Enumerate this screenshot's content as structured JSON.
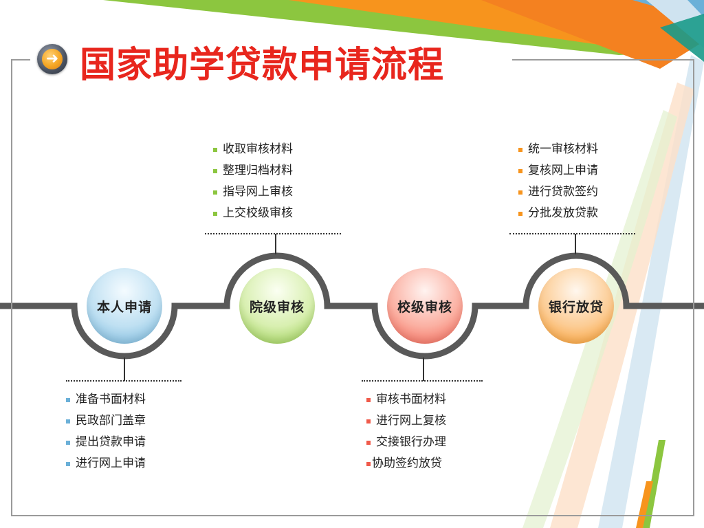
{
  "title": "国家助学贷款申请流程",
  "icons": {
    "title": "arrow-right-icon"
  },
  "colors": {
    "blue": "#6bb0d8",
    "green": "#8cc63f",
    "red": "#f05a4a",
    "orange": "#f7941d",
    "line": "#595959"
  },
  "steps": [
    {
      "label": "本人申请",
      "tasks": [
        "准备书面材料",
        "民政部门盖章",
        "提出贷款申请",
        "进行网上申请"
      ]
    },
    {
      "label": "院级审核",
      "tasks": [
        "收取审核材料",
        "整理归档材料",
        "指导网上审核",
        "上交校级审核"
      ]
    },
    {
      "label": "校级审核",
      "tasks": [
        "审核书面材料",
        "进行网上复核",
        "交接银行办理",
        "协助签约放贷"
      ]
    },
    {
      "label": "银行放贷",
      "tasks": [
        "统一审核材料",
        "复核网上申请",
        "进行贷款签约",
        "分批发放贷款"
      ]
    }
  ]
}
